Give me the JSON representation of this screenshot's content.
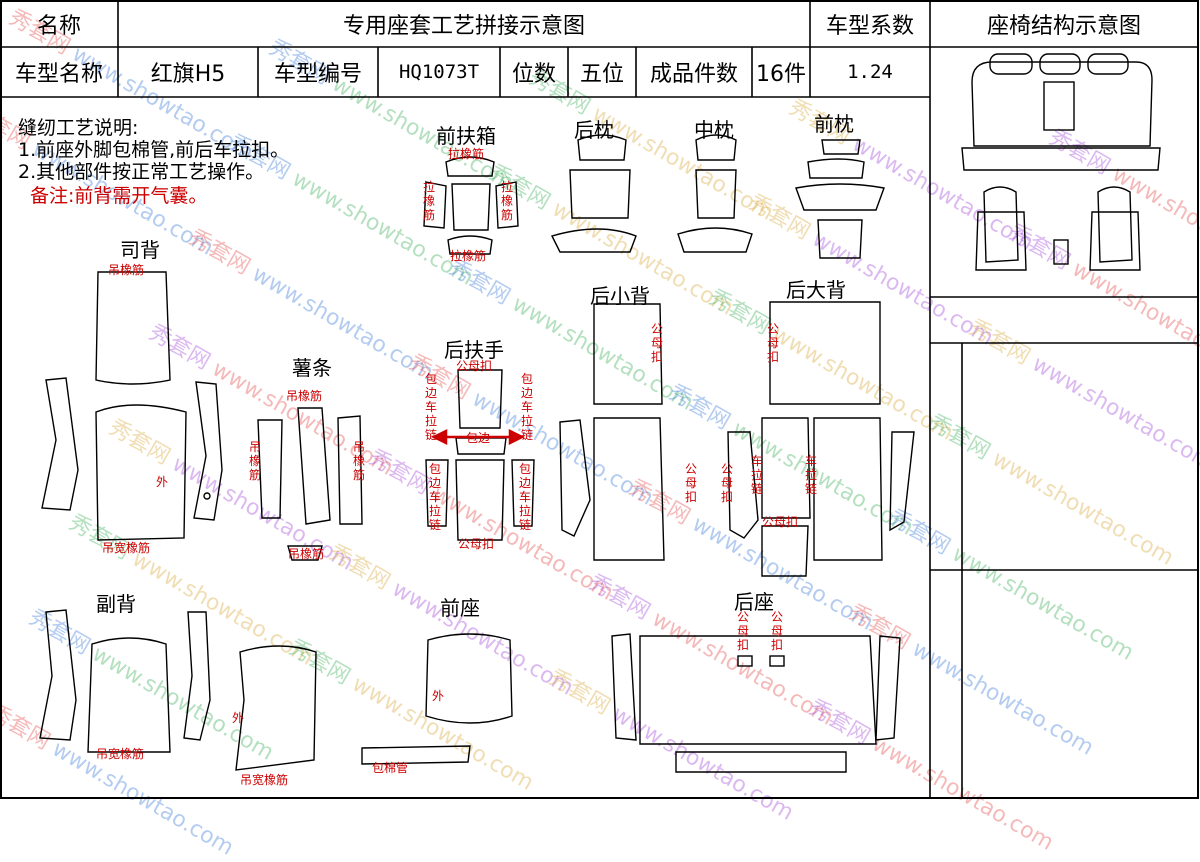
{
  "header": {
    "name_label": "名称",
    "title": "专用座套工艺拼接示意图",
    "coef_label": "车型系数",
    "structure_title": "座椅结构示意图",
    "model_name_label": "车型名称",
    "model_name": "红旗H5",
    "model_code_label": "车型编号",
    "model_code": "HQ1073T",
    "seats_label": "位数",
    "seats": "五位",
    "pieces_label": "成品件数",
    "pieces": "16件",
    "coef": "1.24"
  },
  "instructions": {
    "title": "缝纫工艺说明:",
    "line1": "1.前座外脚包棉管,前后车拉扣。",
    "line2": "2.其他部件按正常工艺操作。",
    "remark": "备注:前背需开气囊。"
  },
  "groups": {
    "front_armrest": "前扶箱",
    "rear_headrest": "后枕",
    "mid_headrest": "中枕",
    "front_headrest": "前枕",
    "driver_back": "司背",
    "strip": "薯条",
    "rear_armrest": "后扶手",
    "rear_small_back": "后小背",
    "rear_big_back": "后大背",
    "passenger_back": "副背",
    "front_seat": "前座",
    "rear_seat": "后座"
  },
  "annotations": {
    "elastic": "拉橡筋",
    "hang_elastic": "吊橡筋",
    "hang_wide_elastic": "吊宽橡筋",
    "snap": "公母扣",
    "edge_zip": "包边车拉链",
    "edge": "包边",
    "zip": "车拉链",
    "outer": "外",
    "cotton_pipe": "包棉管"
  },
  "watermark": {
    "cn": "秀套网",
    "url": "www.showtao.com"
  },
  "colors": {
    "annotation_red": "#c00000",
    "line": "#000000",
    "watermark_palette": [
      "#e23a3a",
      "#2a6fd6",
      "#2aa84a",
      "#d6a12a",
      "#9b3ad6"
    ]
  }
}
